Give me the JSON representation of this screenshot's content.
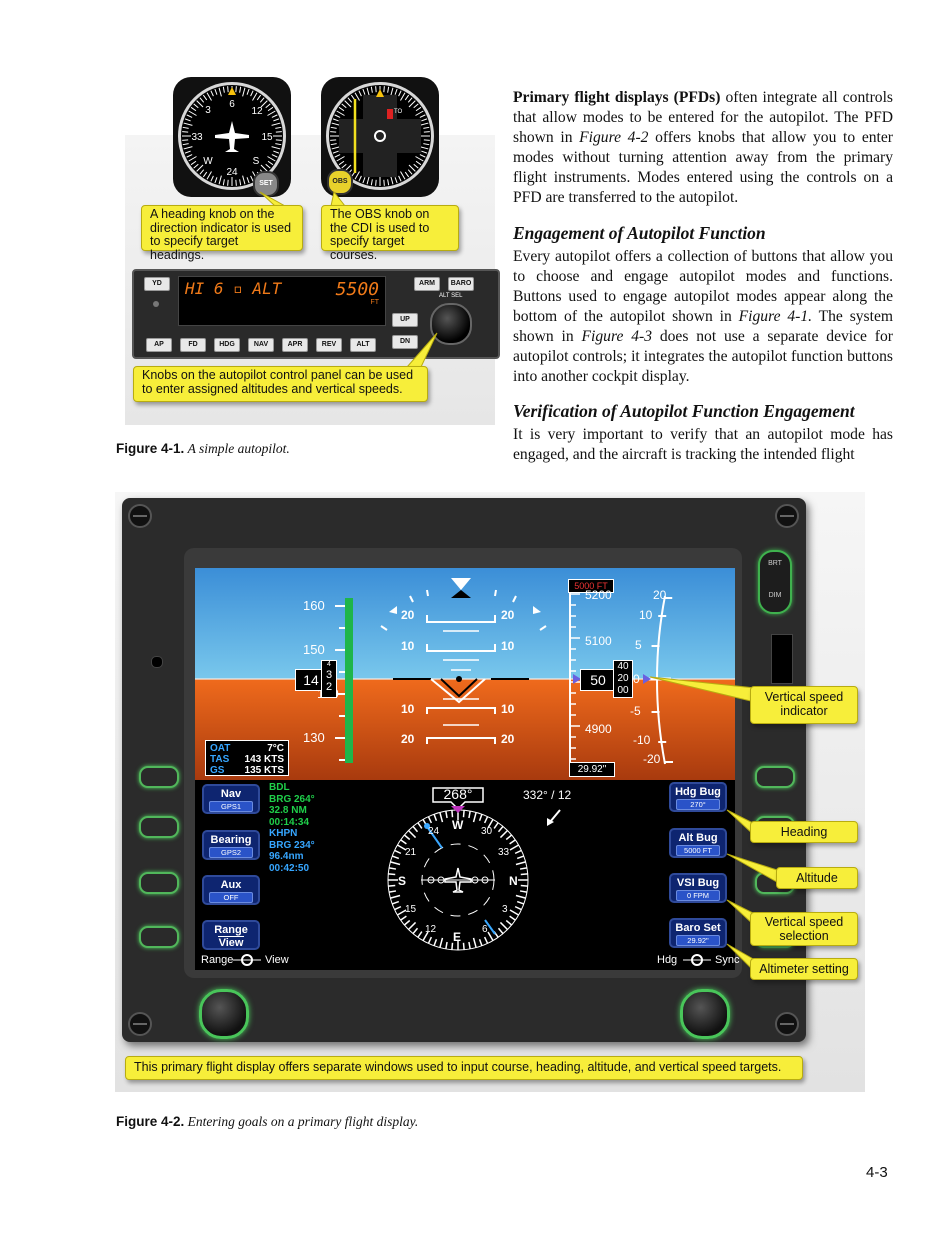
{
  "text_column": {
    "p1_bold": "Primary flight displays (PFDs)",
    "p1_rest": " often integrate all controls that allow modes to be entered for the autopilot. The PFD shown in ",
    "p1_ref": "Figure 4-2",
    "p1_end": " offers knobs that allow you to enter modes without turning attention away from the primary flight instruments. Modes entered using the controls on a PFD are transferred to the autopilot.",
    "h1": "Engagement of Autopilot Function",
    "p2_start": "Every autopilot offers a collection of buttons that allow you to choose and engage autopilot modes and functions. Buttons used to engage autopilot modes appear along the bottom of the autopilot shown in ",
    "p2_ref1": "Figure 4-1.",
    "p2_mid": " The system shown in ",
    "p2_ref2": "Figure 4-3",
    "p2_end": " does not use a separate device for autopilot controls; it integrates the autopilot function buttons into another cockpit display.",
    "h2": "Verification of Autopilot Function Engagement",
    "p3": "It is very important to verify that an autopilot mode has engaged, and the aircraft is tracking the intended flight"
  },
  "figure1": {
    "caption_label": "Figure 4-1.",
    "caption_text": "A simple autopilot.",
    "callout_heading": "A heading knob on the direction indicator is used to specify target headings.",
    "callout_obs": "The OBS knob on the CDI is used to specify target courses.",
    "callout_knobs": "Knobs on the autopilot control panel can be used to enter assigned altitudes and vertical speeds.",
    "di_set_label": "SET",
    "obs_label": "OBS",
    "to_label": "TO",
    "ap_display_left": "HI 6 ▫ ALT",
    "ap_display_alt": "5500",
    "ap_display_unit": "FT",
    "alt_sel_label": "ALT SEL",
    "buttons": {
      "yd": "YD",
      "arm": "ARM",
      "baro": "BARO",
      "up": "UP",
      "dn": "DN",
      "ap": "AP",
      "fd": "FD",
      "hdg": "HDG",
      "nav": "NAV",
      "apr": "APR",
      "rev": "REV",
      "alt": "ALT"
    }
  },
  "figure2": {
    "caption_label": "Figure 4-2.",
    "caption_text": "Entering goals on a primary flight display.",
    "bottom_banner": "This primary flight display offers separate windows used to input course, heading, altitude, and vertical speed targets.",
    "brt": "BRT",
    "dim": "DIM",
    "callouts": {
      "vsi": "Vertical speed indicator",
      "heading": "Heading",
      "altitude": "Altitude",
      "vs_selection": "Vertical speed selection",
      "altimeter": "Altimeter setting"
    },
    "speed_tape": {
      "ticks": [
        "160",
        "150",
        "140",
        "130"
      ],
      "current_big": "14",
      "drum": [
        "4",
        "3",
        "2"
      ]
    },
    "pitch_labels": [
      "20",
      "10",
      "10",
      "20"
    ],
    "alt_tape": {
      "bug": "5000 FT",
      "top_partial": "5200",
      "ticks": [
        "5100",
        "4900"
      ],
      "current_big": "50",
      "drum": [
        "40",
        "20",
        "00"
      ],
      "baro": "29.92\""
    },
    "vsi_scale": [
      "20",
      "10",
      "5",
      "0",
      "-5",
      "-10",
      "-20"
    ],
    "air_data": [
      {
        "label": "OAT",
        "value": "7°C"
      },
      {
        "label": "TAS",
        "value": "143 KTS"
      },
      {
        "label": "GS",
        "value": "135 KTS"
      }
    ],
    "hsi": {
      "heading_box": "268°",
      "wind": "332° / 12",
      "cardinal": {
        "n": "N",
        "s": "S",
        "e": "E",
        "w": "W"
      },
      "numbers": [
        "24",
        "30",
        "33",
        "21",
        "3",
        "15",
        "12",
        "6"
      ]
    },
    "nav_info": {
      "station1": "BDL",
      "brg1": "BRG 264°",
      "dist1": "32.8 NM",
      "time1": "00:14:34",
      "station2": "KHPN",
      "brg2": "BRG 234°",
      "dist2": "96.4nm",
      "time2": "00:42:50"
    },
    "left_keys": [
      {
        "label": "Nav",
        "sub": "GPS1"
      },
      {
        "label": "Bearing",
        "sub": "GPS2"
      },
      {
        "label": "Aux",
        "sub": "OFF"
      },
      {
        "label": "Range",
        "label2": "View"
      }
    ],
    "right_keys": [
      {
        "label": "Hdg Bug",
        "sub": "270°"
      },
      {
        "label": "Alt Bug",
        "sub": "5000 FT"
      },
      {
        "label": "VSI Bug",
        "sub": "0 FPM"
      },
      {
        "label": "Baro Set",
        "sub": "29.92\""
      }
    ],
    "range_hint_left": "Range",
    "range_hint_right": "View",
    "hdg_hint_left": "Hdg",
    "hdg_hint_right": "Sync"
  },
  "page_number": "4-3"
}
